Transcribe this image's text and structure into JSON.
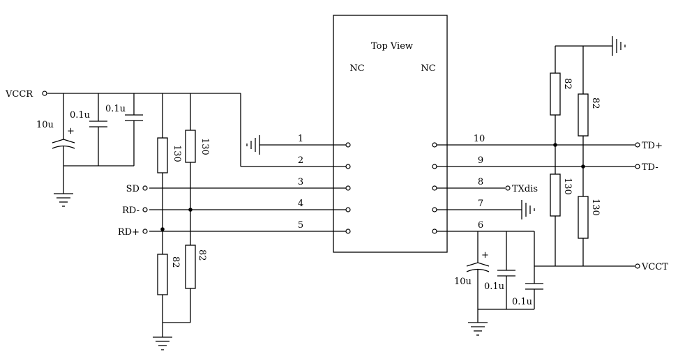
{
  "chip": {
    "header": "Top View",
    "nc_left": "NC",
    "nc_right": "NC"
  },
  "pins": {
    "p1": "1",
    "p2": "2",
    "p3": "3",
    "p4": "4",
    "p5": "5",
    "p6": "6",
    "p7": "7",
    "p8": "8",
    "p9": "9",
    "p10": "10"
  },
  "terminals": {
    "vccr": "VCCR",
    "sd": "SD",
    "rd_minus": "RD-",
    "rd_plus": "RD+",
    "td_plus": "TD+",
    "td_minus": "TD-",
    "txdis": "TXdis",
    "vcct": "VCCT"
  },
  "components": {
    "c_rx_bulk": "10u",
    "c_rx_bulk_polarity": "+",
    "c_rx_1": "0.1u",
    "c_rx_2": "0.1u",
    "r_rd_top_1": "130",
    "r_rd_top_2": "130",
    "r_rd_bot_1": "82",
    "r_rd_bot_2": "82",
    "r_td_top_1": "82",
    "r_td_top_2": "82",
    "r_td_bot_1": "130",
    "r_td_bot_2": "130",
    "c_tx_bulk": "10u",
    "c_tx_bulk_polarity": "+",
    "c_tx_1": "0.1u",
    "c_tx_2": "0.1u"
  }
}
